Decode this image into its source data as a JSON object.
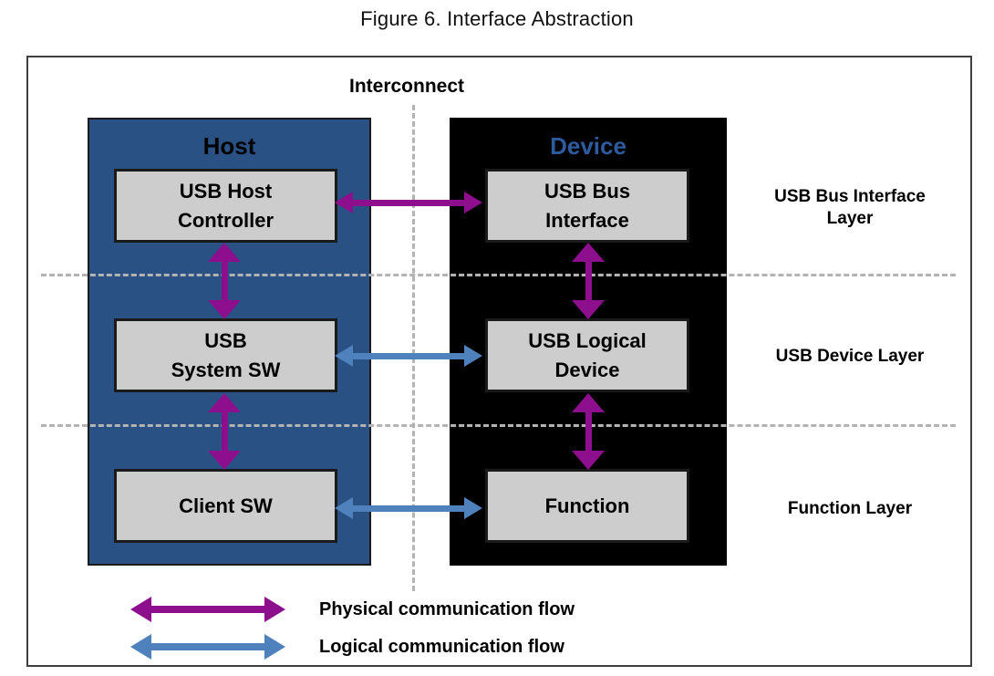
{
  "title": "Figure 6. Interface Abstraction",
  "colors": {
    "host-bg": "#2A5183",
    "device-bg": "#000000",
    "box-bg": "#CDCDCD",
    "box-border": "#1A1A1A",
    "device-label": "#2E5B9E",
    "physical": "#8E0F8E",
    "logical": "#4F81BD",
    "dash": "#B3B3B3",
    "frame-border": "#3F3F3F"
  },
  "diagram": {
    "interconnect_label": "Interconnect",
    "host": {
      "label": "Host",
      "boxes": [
        "USB Host\nController",
        "USB\nSystem SW",
        "Client SW"
      ]
    },
    "device": {
      "label": "Device",
      "boxes": [
        "USB Bus\nInterface",
        "USB Logical\nDevice",
        "Function"
      ]
    },
    "layer_labels": [
      "USB Bus Interface\nLayer",
      "USB Device Layer",
      "Function Layer"
    ],
    "legend": [
      {
        "label": "Physical communication flow",
        "flow": "physical"
      },
      {
        "label": "Logical communication flow",
        "flow": "logical"
      }
    ]
  }
}
